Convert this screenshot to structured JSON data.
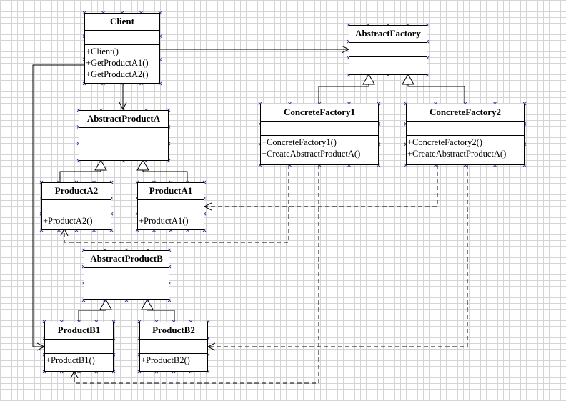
{
  "classes": {
    "client": {
      "name": "Client",
      "operations": [
        "+Client()",
        "+GetProductA1()",
        "+GetProductA2()"
      ]
    },
    "abstract_factory": {
      "name": "AbstractFactory",
      "operations": []
    },
    "concrete_factory1": {
      "name": "ConcreteFactory1",
      "operations": [
        "+ConcreteFactory1()",
        "+CreateAbstractProductA()"
      ]
    },
    "concrete_factory2": {
      "name": "ConcreteFactory2",
      "operations": [
        "+ConcreteFactory2()",
        "+CreateAbstractProductA()"
      ]
    },
    "abstract_product_a": {
      "name": "AbstractProductA",
      "operations": []
    },
    "product_a2": {
      "name": "ProductA2",
      "operations": [
        "+ProductA2()"
      ]
    },
    "product_a1": {
      "name": "ProductA1",
      "operations": [
        "+ProductA1()"
      ]
    },
    "abstract_product_b": {
      "name": "AbstractProductB",
      "operations": []
    },
    "product_b1": {
      "name": "ProductB1",
      "operations": [
        "+ProductB1()"
      ]
    },
    "product_b2": {
      "name": "ProductB2",
      "operations": [
        "+ProductB2()"
      ]
    }
  },
  "colors": {
    "handle": "#3a3aa6",
    "line": "#000000",
    "grid": "#d4d4d4"
  }
}
